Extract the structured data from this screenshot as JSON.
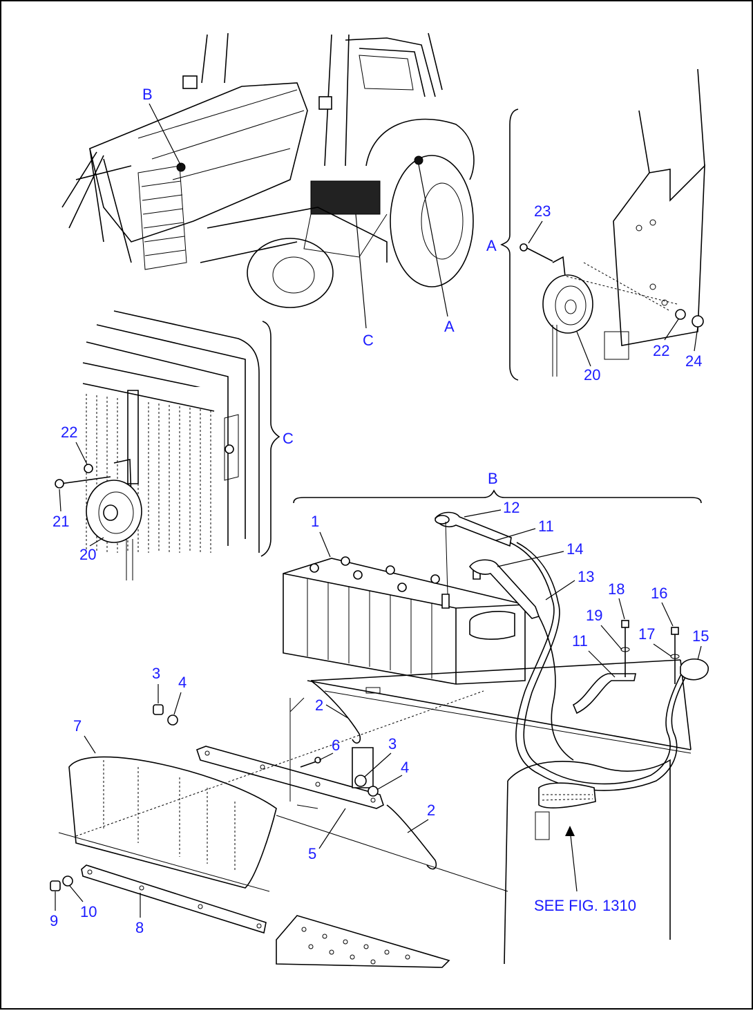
{
  "views": {
    "A": "A",
    "B": "B",
    "C": "C"
  },
  "overview_labels": {
    "A": "A",
    "B": "B",
    "C": "C"
  },
  "part_labels": {
    "p1": "1",
    "p2a": "2",
    "p2b": "2",
    "p3a": "3",
    "p3b": "3",
    "p4a": "4",
    "p4b": "4",
    "p5": "5",
    "p6": "6",
    "p7": "7",
    "p8": "8",
    "p9": "9",
    "p10": "10",
    "p11a": "11",
    "p11b": "11",
    "p12": "12",
    "p13": "13",
    "p14": "14",
    "p15": "15",
    "p16": "16",
    "p17": "17",
    "p18": "18",
    "p19": "19",
    "a20": "20",
    "a22": "22",
    "a23": "23",
    "a24": "24",
    "c20": "20",
    "c21": "21",
    "c22": "22"
  },
  "reference_note": "SEE FIG. 1310"
}
